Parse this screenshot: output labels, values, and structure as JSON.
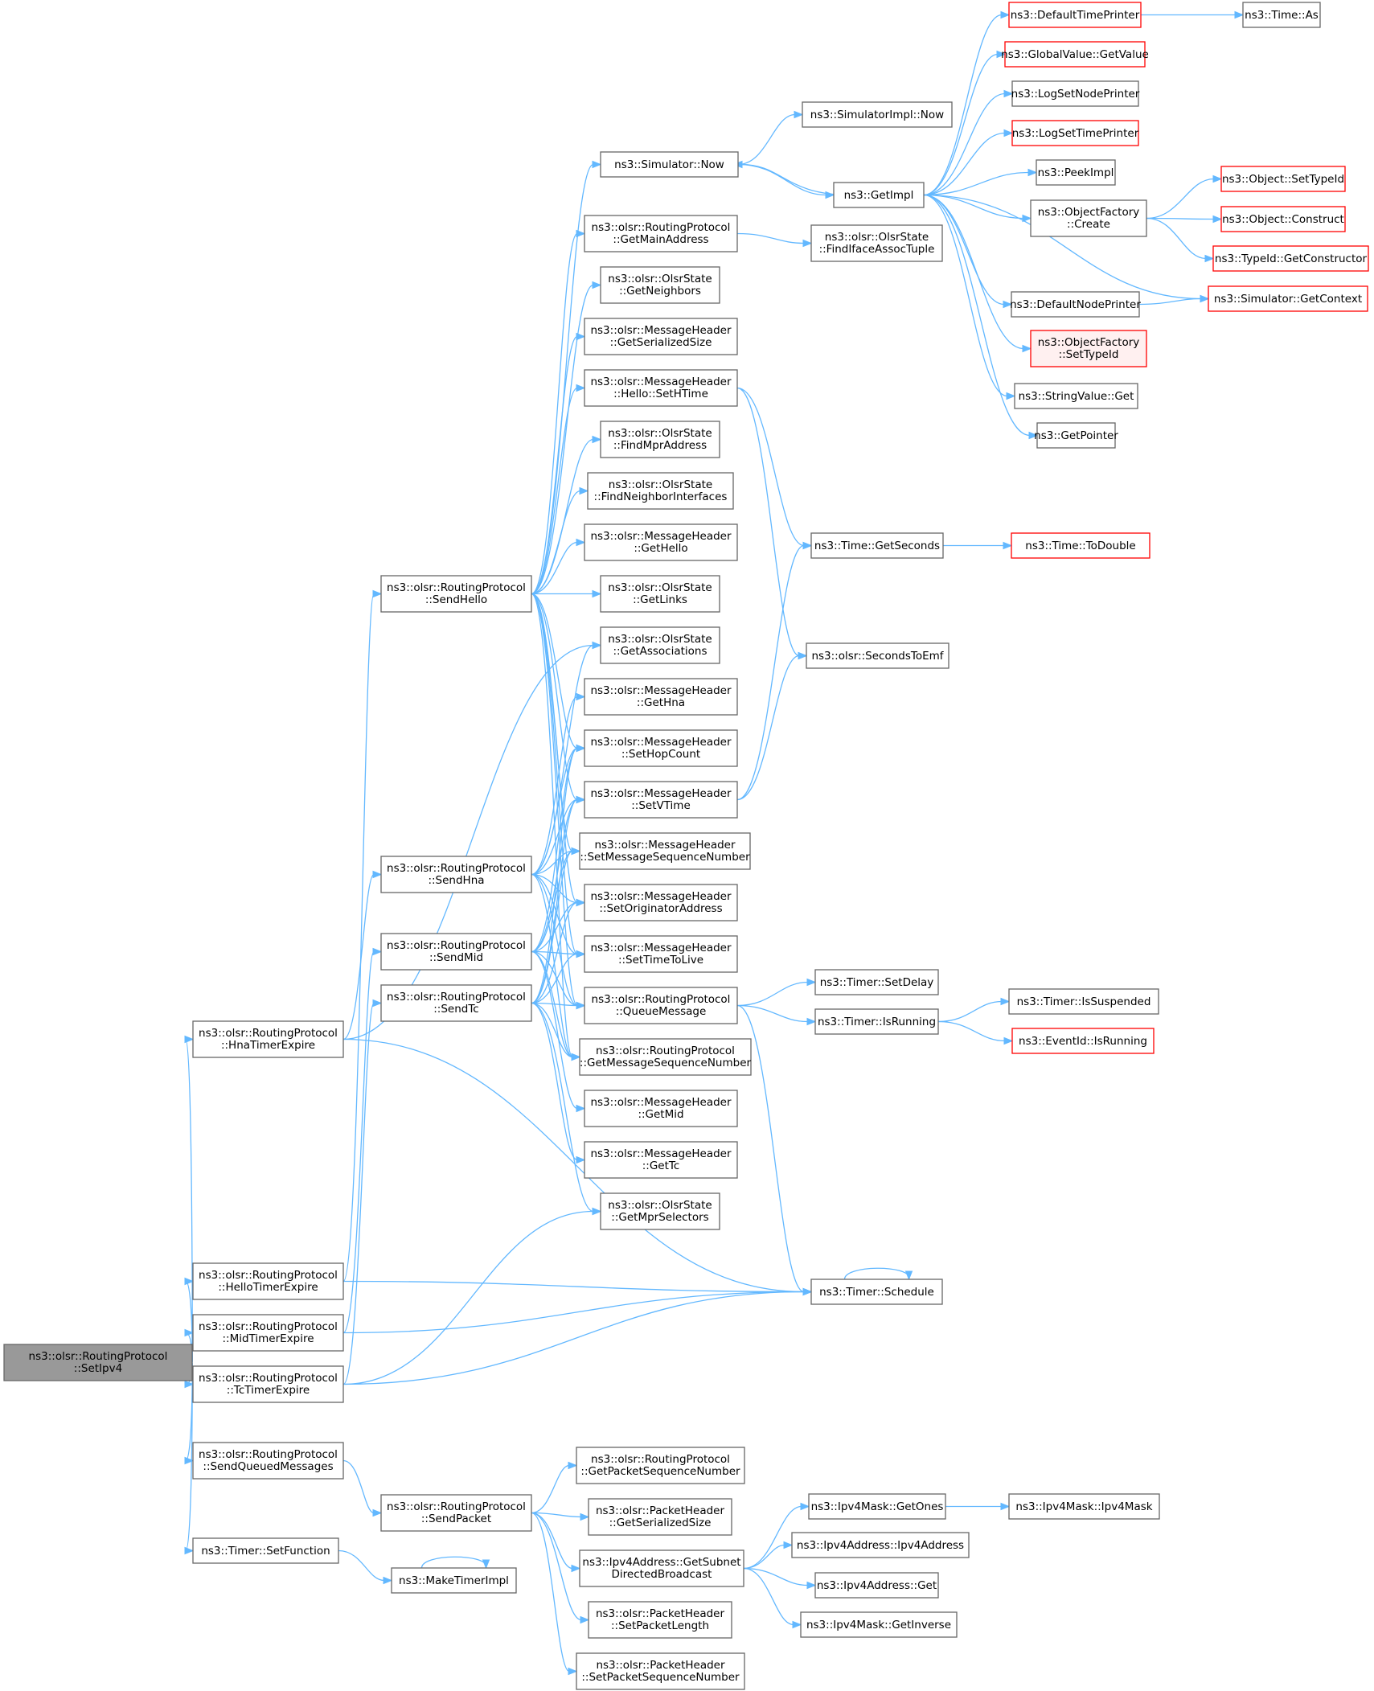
{
  "diagram": {
    "title": "",
    "colors": {
      "edge": "#63b8ff",
      "box_border": "#666666",
      "undocumented_border": "#ff0000",
      "truncated_fill": "#fff0f0",
      "root_fill": "#999999"
    },
    "nodes": [
      {
        "id": "root",
        "lines": [
          "ns3::olsr::RoutingProtocol",
          "::SetIpv4"
        ],
        "style": "root"
      },
      {
        "id": "hnaTE",
        "lines": [
          "ns3::olsr::RoutingProtocol",
          "::HnaTimerExpire"
        ],
        "style": "normal"
      },
      {
        "id": "helloTE",
        "lines": [
          "ns3::olsr::RoutingProtocol",
          "::HelloTimerExpire"
        ],
        "style": "normal"
      },
      {
        "id": "midTE",
        "lines": [
          "ns3::olsr::RoutingProtocol",
          "::MidTimerExpire"
        ],
        "style": "normal"
      },
      {
        "id": "tcTE",
        "lines": [
          "ns3::olsr::RoutingProtocol",
          "::TcTimerExpire"
        ],
        "style": "normal"
      },
      {
        "id": "sendQueued",
        "lines": [
          "ns3::olsr::RoutingProtocol",
          "::SendQueuedMessages"
        ],
        "style": "normal"
      },
      {
        "id": "setFunction",
        "lines": [
          "ns3::Timer::SetFunction"
        ],
        "style": "normal"
      },
      {
        "id": "sendHello",
        "lines": [
          "ns3::olsr::RoutingProtocol",
          "::SendHello"
        ],
        "style": "normal"
      },
      {
        "id": "sendHna",
        "lines": [
          "ns3::olsr::RoutingProtocol",
          "::SendHna"
        ],
        "style": "normal"
      },
      {
        "id": "sendMid",
        "lines": [
          "ns3::olsr::RoutingProtocol",
          "::SendMid"
        ],
        "style": "normal"
      },
      {
        "id": "sendTc",
        "lines": [
          "ns3::olsr::RoutingProtocol",
          "::SendTc"
        ],
        "style": "normal"
      },
      {
        "id": "sendPacket",
        "lines": [
          "ns3::olsr::RoutingProtocol",
          "::SendPacket"
        ],
        "style": "normal"
      },
      {
        "id": "makeTimerImpl",
        "lines": [
          "ns3::MakeTimerImpl"
        ],
        "style": "normal"
      },
      {
        "id": "simNow",
        "lines": [
          "ns3::Simulator::Now"
        ],
        "style": "normal"
      },
      {
        "id": "getMainAddress",
        "lines": [
          "ns3::olsr::RoutingProtocol",
          "::GetMainAddress"
        ],
        "style": "normal"
      },
      {
        "id": "getNeighbors",
        "lines": [
          "ns3::olsr::OlsrState",
          "::GetNeighbors"
        ],
        "style": "normal"
      },
      {
        "id": "getSerializedSizeMH",
        "lines": [
          "ns3::olsr::MessageHeader",
          "::GetSerializedSize"
        ],
        "style": "normal"
      },
      {
        "id": "setHTime",
        "lines": [
          "ns3::olsr::MessageHeader",
          "::Hello::SetHTime"
        ],
        "style": "normal"
      },
      {
        "id": "findMprAddress",
        "lines": [
          "ns3::olsr::OlsrState",
          "::FindMprAddress"
        ],
        "style": "normal"
      },
      {
        "id": "findNeighborIf",
        "lines": [
          "ns3::olsr::OlsrState",
          "::FindNeighborInterfaces"
        ],
        "style": "normal"
      },
      {
        "id": "getHello",
        "lines": [
          "ns3::olsr::MessageHeader",
          "::GetHello"
        ],
        "style": "normal"
      },
      {
        "id": "getLinks",
        "lines": [
          "ns3::olsr::OlsrState",
          "::GetLinks"
        ],
        "style": "normal"
      },
      {
        "id": "getAssociations",
        "lines": [
          "ns3::olsr::OlsrState",
          "::GetAssociations"
        ],
        "style": "normal"
      },
      {
        "id": "getHna",
        "lines": [
          "ns3::olsr::MessageHeader",
          "::GetHna"
        ],
        "style": "normal"
      },
      {
        "id": "setHopCount",
        "lines": [
          "ns3::olsr::MessageHeader",
          "::SetHopCount"
        ],
        "style": "normal"
      },
      {
        "id": "setVTime",
        "lines": [
          "ns3::olsr::MessageHeader",
          "::SetVTime"
        ],
        "style": "normal"
      },
      {
        "id": "setMsgSeq",
        "lines": [
          "ns3::olsr::MessageHeader",
          "::SetMessageSequenceNumber"
        ],
        "style": "normal"
      },
      {
        "id": "setOrigAddr",
        "lines": [
          "ns3::olsr::MessageHeader",
          "::SetOriginatorAddress"
        ],
        "style": "normal"
      },
      {
        "id": "setTTL",
        "lines": [
          "ns3::olsr::MessageHeader",
          "::SetTimeToLive"
        ],
        "style": "normal"
      },
      {
        "id": "queueMessage",
        "lines": [
          "ns3::olsr::RoutingProtocol",
          "::QueueMessage"
        ],
        "style": "normal"
      },
      {
        "id": "getMsgSeq",
        "lines": [
          "ns3::olsr::RoutingProtocol",
          "::GetMessageSequenceNumber"
        ],
        "style": "normal"
      },
      {
        "id": "getMid",
        "lines": [
          "ns3::olsr::MessageHeader",
          "::GetMid"
        ],
        "style": "normal"
      },
      {
        "id": "getTc",
        "lines": [
          "ns3::olsr::MessageHeader",
          "::GetTc"
        ],
        "style": "normal"
      },
      {
        "id": "getMprSelectors",
        "lines": [
          "ns3::olsr::OlsrState",
          "::GetMprSelectors"
        ],
        "style": "normal"
      },
      {
        "id": "getPacketSeq",
        "lines": [
          "ns3::olsr::RoutingProtocol",
          "::GetPacketSequenceNumber"
        ],
        "style": "normal"
      },
      {
        "id": "getSerializedSizePH",
        "lines": [
          "ns3::olsr::PacketHeader",
          "::GetSerializedSize"
        ],
        "style": "normal"
      },
      {
        "id": "getSubnetBcast",
        "lines": [
          "ns3::Ipv4Address::GetSubnet",
          "DirectedBroadcast"
        ],
        "style": "normal"
      },
      {
        "id": "setPacketLength",
        "lines": [
          "ns3::olsr::PacketHeader",
          "::SetPacketLength"
        ],
        "style": "normal"
      },
      {
        "id": "setPacketSeq",
        "lines": [
          "ns3::olsr::PacketHeader",
          "::SetPacketSequenceNumber"
        ],
        "style": "normal"
      },
      {
        "id": "simImplNow",
        "lines": [
          "ns3::SimulatorImpl::Now"
        ],
        "style": "normal"
      },
      {
        "id": "getImpl",
        "lines": [
          "ns3::GetImpl"
        ],
        "style": "normal"
      },
      {
        "id": "findIfaceAssoc",
        "lines": [
          "ns3::olsr::OlsrState",
          "::FindIfaceAssocTuple"
        ],
        "style": "normal"
      },
      {
        "id": "getSeconds",
        "lines": [
          "ns3::Time::GetSeconds"
        ],
        "style": "normal"
      },
      {
        "id": "secondsToEmf",
        "lines": [
          "ns3::olsr::SecondsToEmf"
        ],
        "style": "normal"
      },
      {
        "id": "setDelay",
        "lines": [
          "ns3::Timer::SetDelay"
        ],
        "style": "normal"
      },
      {
        "id": "isRunning",
        "lines": [
          "ns3::Timer::IsRunning"
        ],
        "style": "normal"
      },
      {
        "id": "schedule",
        "lines": [
          "ns3::Timer::Schedule"
        ],
        "style": "normal"
      },
      {
        "id": "getOnes",
        "lines": [
          "ns3::Ipv4Mask::GetOnes"
        ],
        "style": "normal"
      },
      {
        "id": "ipv4AddrCtor",
        "lines": [
          "ns3::Ipv4Address::Ipv4Address"
        ],
        "style": "normal"
      },
      {
        "id": "ipv4AddrGet",
        "lines": [
          "ns3::Ipv4Address::Get"
        ],
        "style": "normal"
      },
      {
        "id": "getInverse",
        "lines": [
          "ns3::Ipv4Mask::GetInverse"
        ],
        "style": "normal"
      },
      {
        "id": "defaultTimePrinter",
        "lines": [
          "ns3::DefaultTimePrinter"
        ],
        "style": "red"
      },
      {
        "id": "globalValueGet",
        "lines": [
          "ns3::GlobalValue::GetValue"
        ],
        "style": "red"
      },
      {
        "id": "logSetNodePrinter",
        "lines": [
          "ns3::LogSetNodePrinter"
        ],
        "style": "normal"
      },
      {
        "id": "logSetTimePrinter",
        "lines": [
          "ns3::LogSetTimePrinter"
        ],
        "style": "red"
      },
      {
        "id": "peekImpl",
        "lines": [
          "ns3::PeekImpl"
        ],
        "style": "normal"
      },
      {
        "id": "objFactoryCreate",
        "lines": [
          "ns3::ObjectFactory",
          "::Create"
        ],
        "style": "normal"
      },
      {
        "id": "defaultNodePrinter",
        "lines": [
          "ns3::DefaultNodePrinter"
        ],
        "style": "normal"
      },
      {
        "id": "objFactorySetTypeId",
        "lines": [
          "ns3::ObjectFactory",
          "::SetTypeId"
        ],
        "style": "pink"
      },
      {
        "id": "stringValueGet",
        "lines": [
          "ns3::StringValue::Get"
        ],
        "style": "normal"
      },
      {
        "id": "getPointer",
        "lines": [
          "ns3::GetPointer"
        ],
        "style": "normal"
      },
      {
        "id": "timeToDouble",
        "lines": [
          "ns3::Time::ToDouble"
        ],
        "style": "red"
      },
      {
        "id": "isSuspended",
        "lines": [
          "ns3::Timer::IsSuspended"
        ],
        "style": "normal"
      },
      {
        "id": "eventIdIsRunning",
        "lines": [
          "ns3::EventId::IsRunning"
        ],
        "style": "red"
      },
      {
        "id": "ipv4MaskCtor",
        "lines": [
          "ns3::Ipv4Mask::Ipv4Mask"
        ],
        "style": "normal"
      },
      {
        "id": "timeAs",
        "lines": [
          "ns3::Time::As"
        ],
        "style": "normal"
      },
      {
        "id": "objSetTypeId",
        "lines": [
          "ns3::Object::SetTypeId"
        ],
        "style": "red"
      },
      {
        "id": "objConstruct",
        "lines": [
          "ns3::Object::Construct"
        ],
        "style": "red"
      },
      {
        "id": "typeIdGetCtor",
        "lines": [
          "ns3::TypeId::GetConstructor"
        ],
        "style": "red"
      },
      {
        "id": "simGetContext",
        "lines": [
          "ns3::Simulator::GetContext"
        ],
        "style": "red"
      }
    ],
    "edges": [
      [
        "root",
        "hnaTE"
      ],
      [
        "root",
        "helloTE"
      ],
      [
        "root",
        "midTE"
      ],
      [
        "root",
        "tcTE"
      ],
      [
        "root",
        "sendQueued"
      ],
      [
        "root",
        "setFunction"
      ],
      [
        "hnaTE",
        "sendHna"
      ],
      [
        "hnaTE",
        "getAssociations"
      ],
      [
        "hnaTE",
        "schedule"
      ],
      [
        "helloTE",
        "sendHello"
      ],
      [
        "helloTE",
        "schedule"
      ],
      [
        "midTE",
        "sendMid"
      ],
      [
        "midTE",
        "schedule"
      ],
      [
        "tcTE",
        "sendTc"
      ],
      [
        "tcTE",
        "getMprSelectors"
      ],
      [
        "tcTE",
        "schedule"
      ],
      [
        "sendQueued",
        "sendPacket"
      ],
      [
        "setFunction",
        "makeTimerImpl"
      ],
      [
        "makeTimerImpl",
        "makeTimerImpl"
      ],
      [
        "sendHello",
        "simNow"
      ],
      [
        "sendHello",
        "getMainAddress"
      ],
      [
        "sendHello",
        "getNeighbors"
      ],
      [
        "sendHello",
        "getSerializedSizeMH"
      ],
      [
        "sendHello",
        "setHTime"
      ],
      [
        "sendHello",
        "findMprAddress"
      ],
      [
        "sendHello",
        "findNeighborIf"
      ],
      [
        "sendHello",
        "getHello"
      ],
      [
        "sendHello",
        "getLinks"
      ],
      [
        "sendHello",
        "setHopCount"
      ],
      [
        "sendHello",
        "setVTime"
      ],
      [
        "sendHello",
        "setMsgSeq"
      ],
      [
        "sendHello",
        "setOrigAddr"
      ],
      [
        "sendHello",
        "setTTL"
      ],
      [
        "sendHello",
        "queueMessage"
      ],
      [
        "sendHello",
        "getMsgSeq"
      ],
      [
        "sendHna",
        "getAssociations"
      ],
      [
        "sendHna",
        "getHna"
      ],
      [
        "sendHna",
        "setHopCount"
      ],
      [
        "sendHna",
        "setVTime"
      ],
      [
        "sendHna",
        "setMsgSeq"
      ],
      [
        "sendHna",
        "setOrigAddr"
      ],
      [
        "sendHna",
        "setTTL"
      ],
      [
        "sendHna",
        "queueMessage"
      ],
      [
        "sendHna",
        "getMsgSeq"
      ],
      [
        "sendMid",
        "setHopCount"
      ],
      [
        "sendMid",
        "setVTime"
      ],
      [
        "sendMid",
        "setMsgSeq"
      ],
      [
        "sendMid",
        "setOrigAddr"
      ],
      [
        "sendMid",
        "setTTL"
      ],
      [
        "sendMid",
        "queueMessage"
      ],
      [
        "sendMid",
        "getMsgSeq"
      ],
      [
        "sendMid",
        "getMid"
      ],
      [
        "sendTc",
        "setHopCount"
      ],
      [
        "sendTc",
        "setVTime"
      ],
      [
        "sendTc",
        "setMsgSeq"
      ],
      [
        "sendTc",
        "setOrigAddr"
      ],
      [
        "sendTc",
        "setTTL"
      ],
      [
        "sendTc",
        "queueMessage"
      ],
      [
        "sendTc",
        "getMsgSeq"
      ],
      [
        "sendTc",
        "getTc"
      ],
      [
        "sendTc",
        "getMprSelectors"
      ],
      [
        "sendPacket",
        "getPacketSeq"
      ],
      [
        "sendPacket",
        "getSerializedSizePH"
      ],
      [
        "sendPacket",
        "getSubnetBcast"
      ],
      [
        "sendPacket",
        "setPacketLength"
      ],
      [
        "sendPacket",
        "setPacketSeq"
      ],
      [
        "simNow",
        "simImplNow"
      ],
      [
        "simNow",
        "getImpl"
      ],
      [
        "getMainAddress",
        "findIfaceAssoc"
      ],
      [
        "setHTime",
        "getSeconds"
      ],
      [
        "setHTime",
        "secondsToEmf"
      ],
      [
        "setVTime",
        "getSeconds"
      ],
      [
        "setVTime",
        "secondsToEmf"
      ],
      [
        "queueMessage",
        "setDelay"
      ],
      [
        "queueMessage",
        "isRunning"
      ],
      [
        "queueMessage",
        "schedule"
      ],
      [
        "schedule",
        "schedule"
      ],
      [
        "getSubnetBcast",
        "getOnes"
      ],
      [
        "getSubnetBcast",
        "ipv4AddrCtor"
      ],
      [
        "getSubnetBcast",
        "ipv4AddrGet"
      ],
      [
        "getSubnetBcast",
        "getInverse"
      ],
      [
        "getImpl",
        "defaultTimePrinter"
      ],
      [
        "getImpl",
        "globalValueGet"
      ],
      [
        "getImpl",
        "logSetNodePrinter"
      ],
      [
        "getImpl",
        "logSetTimePrinter"
      ],
      [
        "getImpl",
        "peekImpl"
      ],
      [
        "getImpl",
        "objFactoryCreate"
      ],
      [
        "getImpl",
        "defaultNodePrinter"
      ],
      [
        "getImpl",
        "objFactorySetTypeId"
      ],
      [
        "getImpl",
        "stringValueGet"
      ],
      [
        "getImpl",
        "getPointer"
      ],
      [
        "getImpl",
        "simGetContext"
      ],
      [
        "getImpl",
        "simNow"
      ],
      [
        "getSeconds",
        "timeToDouble"
      ],
      [
        "isRunning",
        "isSuspended"
      ],
      [
        "isRunning",
        "eventIdIsRunning"
      ],
      [
        "getOnes",
        "ipv4MaskCtor"
      ],
      [
        "defaultTimePrinter",
        "timeAs"
      ],
      [
        "objFactoryCreate",
        "objSetTypeId"
      ],
      [
        "objFactoryCreate",
        "objConstruct"
      ],
      [
        "objFactoryCreate",
        "typeIdGetCtor"
      ],
      [
        "defaultNodePrinter",
        "simGetContext"
      ]
    ]
  }
}
